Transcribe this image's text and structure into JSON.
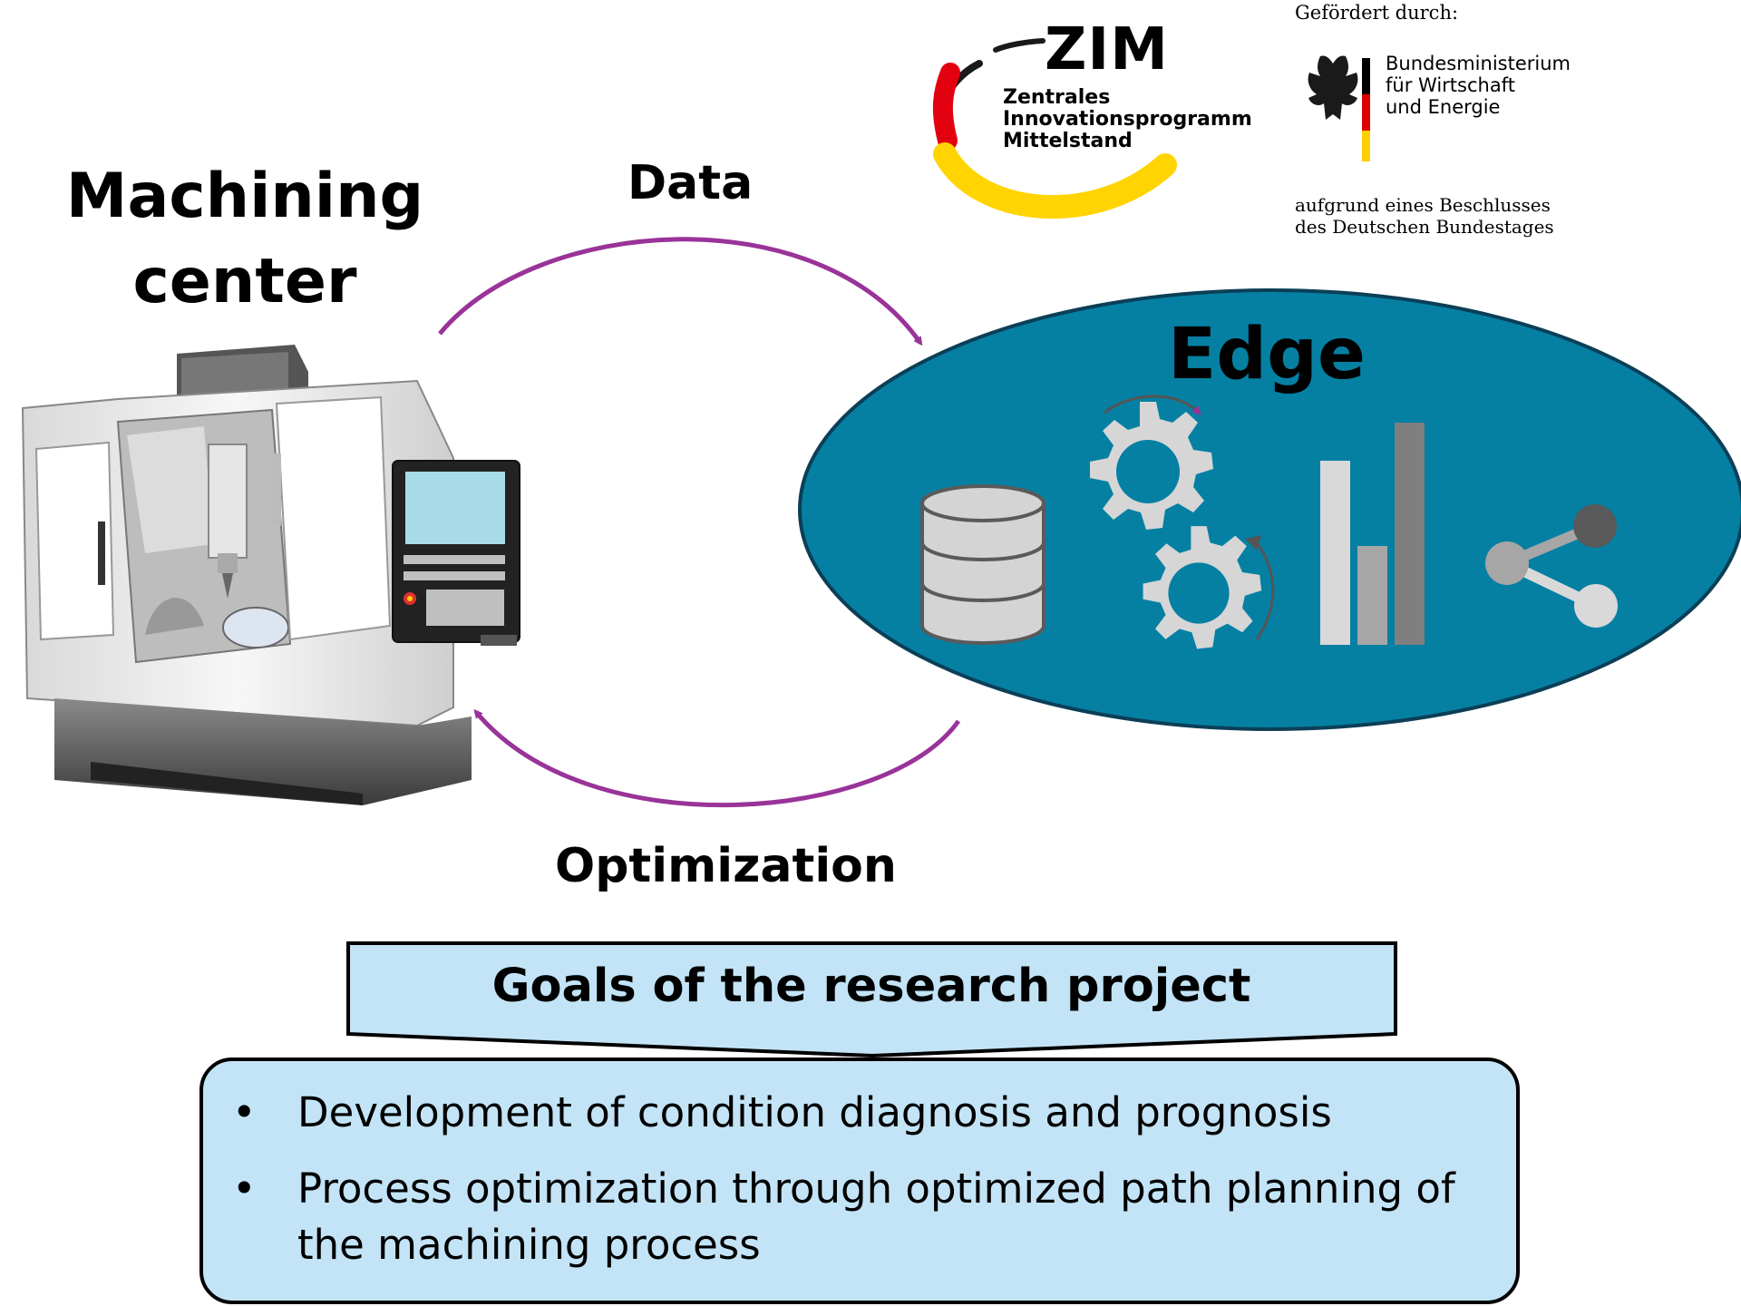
{
  "machine": {
    "title": "Machining\ncenter"
  },
  "flow": {
    "data_label": "Data",
    "optimization_label": "Optimization",
    "arrow_color": "#993399"
  },
  "edge": {
    "title": "Edge",
    "fill_color": "#0580a3",
    "icons": [
      "database-icon",
      "gears-icon",
      "bar-chart-icon",
      "share-icon"
    ]
  },
  "zim_logo": {
    "name": "ZIM",
    "subtitle_lines": [
      "Zentrales",
      "Innovationsprogramm",
      "Mittelstand"
    ]
  },
  "funding": {
    "label": "Gefördert durch:",
    "ministry_lines": [
      "Bundesministerium",
      "für Wirtschaft",
      "und Energie"
    ],
    "note_lines": [
      "aufgrund eines Beschlusses",
      "des Deutschen Bundestages"
    ]
  },
  "goals": {
    "header": "Goals of the research project",
    "box_color": "#c3e4f6",
    "items": [
      {
        "lines": [
          "Development of condition diagnosis and prognosis"
        ]
      },
      {
        "lines": [
          "Process optimization through optimized path planning of",
          "the machining process"
        ]
      }
    ]
  }
}
